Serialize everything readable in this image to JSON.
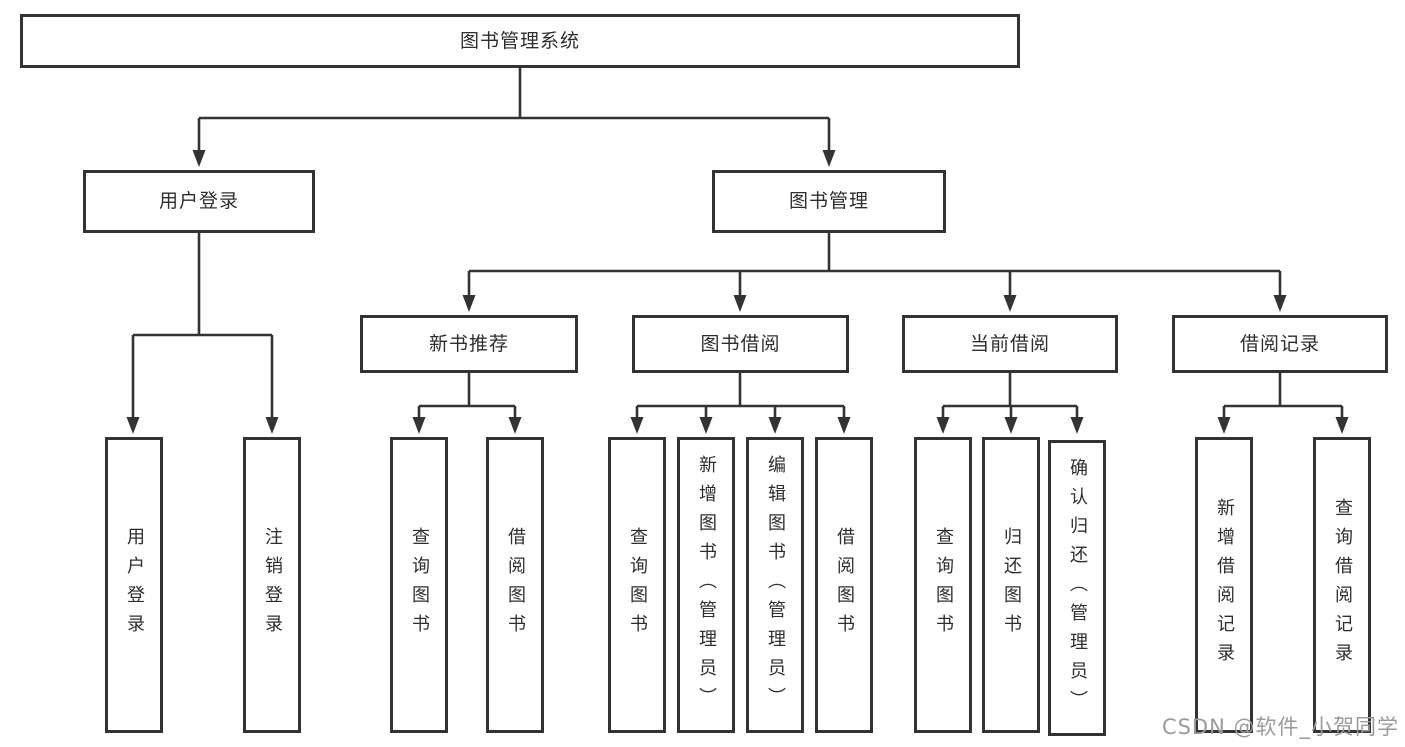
{
  "diagram": {
    "root": "图书管理系统",
    "branches": [
      {
        "label": "用户登录",
        "children": [
          "用户登录",
          "注销登录"
        ]
      },
      {
        "label": "图书管理",
        "modules": [
          {
            "label": "新书推荐",
            "children": [
              "查询图书",
              "借阅图书"
            ]
          },
          {
            "label": "图书借阅",
            "children": [
              "查询图书",
              "新增图书（管理员）",
              "编辑图书（管理员）",
              "借阅图书"
            ]
          },
          {
            "label": "当前借阅",
            "children": [
              "查询图书",
              "归还图书",
              "确认归还（管理员）"
            ]
          },
          {
            "label": "借阅记录",
            "children": [
              "新增借阅记录",
              "查询借阅记录"
            ]
          }
        ]
      }
    ]
  },
  "watermark": "CSDN @软件_小贺同学",
  "colors": {
    "line": "#333333",
    "text": "#2e2e2e",
    "watermark": "#9b9b9b"
  }
}
